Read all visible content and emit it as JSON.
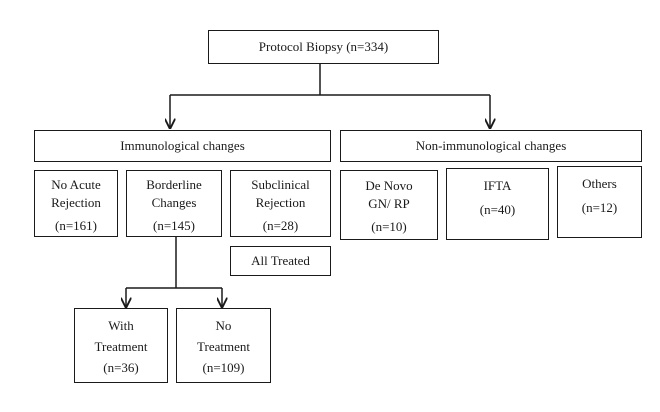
{
  "root": {
    "label": "Protocol Biopsy (n=334)"
  },
  "groups": {
    "immunological": {
      "label": "Immunological changes"
    },
    "non_immunological": {
      "label": "Non-immunological changes"
    }
  },
  "nodes": {
    "no_acute_rejection": {
      "lines": [
        "No Acute",
        "Rejection",
        "(n=161)"
      ]
    },
    "borderline_changes": {
      "lines": [
        "Borderline",
        "Changes",
        "(n=145)"
      ]
    },
    "subclinical_rejection": {
      "lines": [
        "Subclinical",
        "Rejection",
        "(n=28)"
      ]
    },
    "all_treated": {
      "label": "All Treated"
    },
    "de_novo": {
      "lines": [
        "De Novo",
        "GN/ RP",
        "(n=10)"
      ]
    },
    "ifta": {
      "lines": [
        "IFTA",
        "(n=40)"
      ]
    },
    "others": {
      "lines": [
        "Others",
        "(n=12)"
      ]
    },
    "with_treatment": {
      "lines": [
        "With",
        "Treatment",
        "(n=36)"
      ]
    },
    "no_treatment": {
      "lines": [
        "No",
        "Treatment",
        "(n=109)"
      ]
    }
  }
}
